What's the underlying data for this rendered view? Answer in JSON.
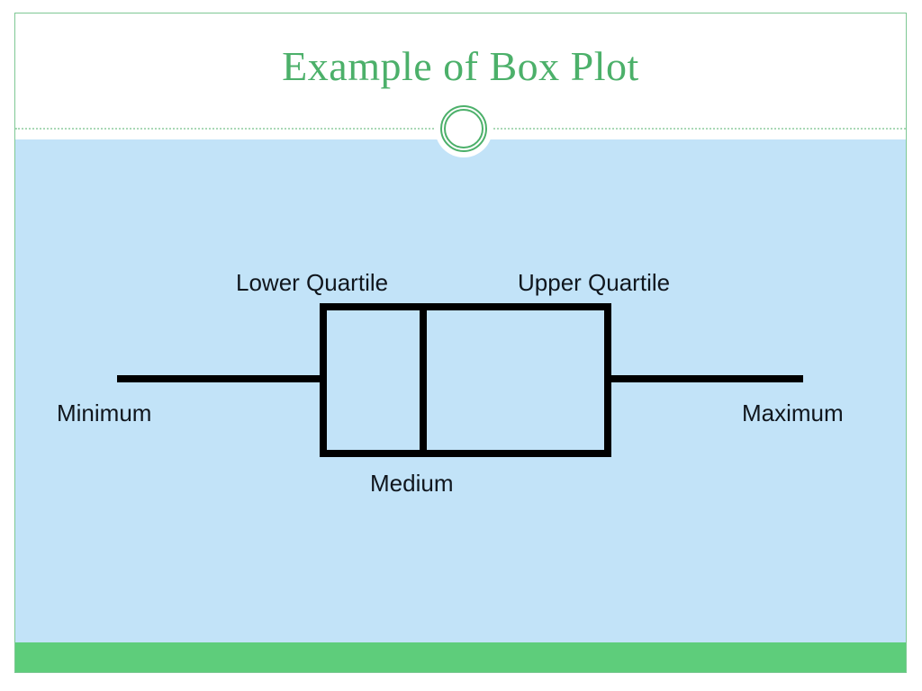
{
  "slide": {
    "title": "Example of Box Plot",
    "ornament_icon": "double-ring-circle-icon",
    "theme": {
      "title_color": "#4cb06a",
      "body_background": "#c2e3f8",
      "footer_bar_color": "#5ecd7b",
      "divider_color": "#a9d8b6",
      "frame_color": "#7ec894",
      "figure_stroke_color": "#000000",
      "label_color": "#10161d"
    }
  },
  "chart_data": {
    "type": "box",
    "title": "Example of Box Plot",
    "orientation": "horizontal",
    "xlabel": "",
    "ylabel": "",
    "grid": false,
    "legend": "none",
    "annotations": [
      {
        "name": "minimum",
        "label": "Minimum",
        "position": "left-whisker-end"
      },
      {
        "name": "lower-quartile",
        "label": "Lower Quartile",
        "position": "box-left-edge"
      },
      {
        "name": "medium",
        "label": "Medium",
        "position": "median-line"
      },
      {
        "name": "upper-quartile",
        "label": "Upper Quartile",
        "position": "box-right-edge"
      },
      {
        "name": "maximum",
        "label": "Maximum",
        "position": "right-whisker-end"
      }
    ],
    "series": [
      {
        "name": "box-plot-1",
        "minimum_x": 130,
        "lower_quartile_x": 359,
        "median_x": 470,
        "upper_quartile_x": 675,
        "maximum_x": 892,
        "box_top_y": 341,
        "box_bottom_y": 504,
        "whisker_y": 421,
        "stroke_width": 8
      }
    ]
  },
  "figure": {
    "labels": {
      "lower_quartile": "Lower Quartile",
      "upper_quartile": "Upper Quartile",
      "minimum": "Minimum",
      "maximum": "Maximum",
      "medium": "Medium"
    }
  }
}
